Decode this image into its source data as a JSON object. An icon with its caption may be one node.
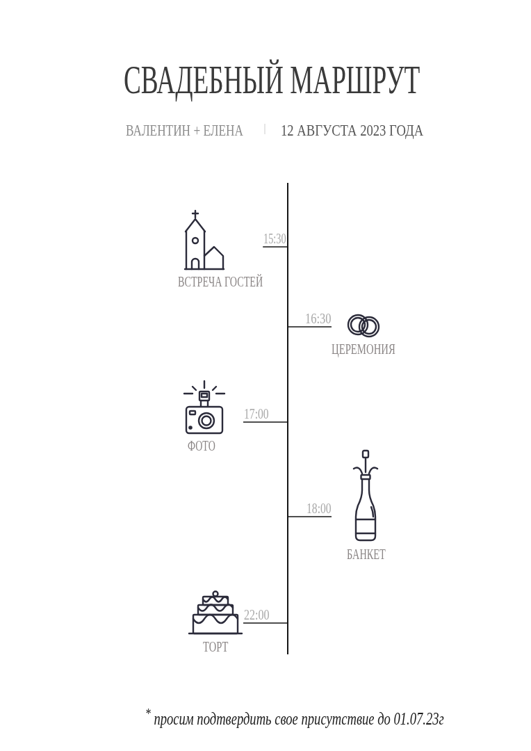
{
  "diagram": {
    "title": "СВАДЕБНЫЙ МАРШРУТ",
    "caption": "$^{*}$ просим подтвердить свое присутствие до 01.07.23г",
    "nodes": [
      {
        "text": [],
        "shape": "bar"
      },
      {
        "text": [
          "ВСТРЕЧА ГОСТЕЙ"
        ]
      },
      {
        "text": [
          "ЦЕРЕМОНИЯ"
        ]
      },
      {
        "text": [
          "ФОТО"
        ]
      },
      {
        "text": [
          "БАНКЕТ"
        ]
      },
      {
        "text": [
          "ТОРТ"
        ]
      }
    ],
    "edges": [
      {
        "from": 0,
        "to": 1,
        "arrow": "none",
        "label": "15:30"
      },
      {
        "from": 0,
        "to": 2,
        "arrow": "none",
        "label": "16:30"
      },
      {
        "from": 0,
        "to": 3,
        "arrow": "none",
        "label": "17:00"
      },
      {
        "from": 0,
        "to": 4,
        "arrow": "none",
        "label": "18:00"
      },
      {
        "from": 0,
        "to": 5,
        "arrow": "none",
        "label": "22:00"
      }
    ],
    "labels": [
      "ВАЛЕНТИН + ЕЛЕНА",
      "12 АВГУСТА 2023 ГОДА"
    ]
  }
}
